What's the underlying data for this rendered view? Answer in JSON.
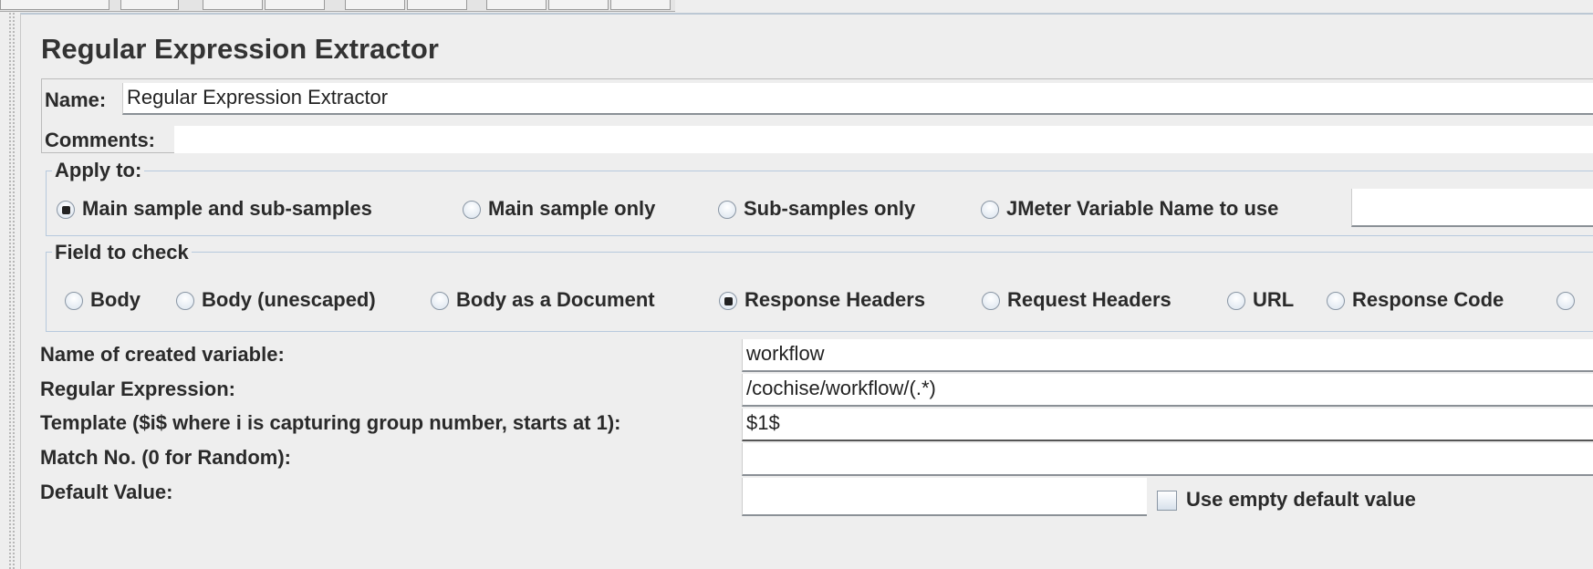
{
  "title": "Regular Expression Extractor",
  "name": {
    "label": "Name:",
    "value": "Regular Expression Extractor"
  },
  "comments": {
    "label": "Comments:",
    "value": ""
  },
  "apply_to": {
    "legend": "Apply to:",
    "options": [
      "Main sample and sub-samples",
      "Main sample only",
      "Sub-samples only",
      "JMeter Variable Name to use"
    ],
    "selected": 0,
    "variable_value": ""
  },
  "field_to_check": {
    "legend": "Field to check",
    "options": [
      "Body",
      "Body (unescaped)",
      "Body as a Document",
      "Response Headers",
      "Request Headers",
      "URL",
      "Response Code"
    ],
    "selected": 3
  },
  "rows": [
    {
      "label": "Name of created variable:",
      "value": "workflow"
    },
    {
      "label": "Regular Expression:",
      "value": "/cochise/workflow/(.*)"
    },
    {
      "label": "Template ($i$ where i is capturing group number, starts at 1):",
      "value": "$1$"
    },
    {
      "label": "Match No. (0 for Random):",
      "value": ""
    },
    {
      "label": "Default Value:",
      "value": ""
    }
  ],
  "use_empty_default": {
    "label": "Use empty default value",
    "checked": false
  }
}
